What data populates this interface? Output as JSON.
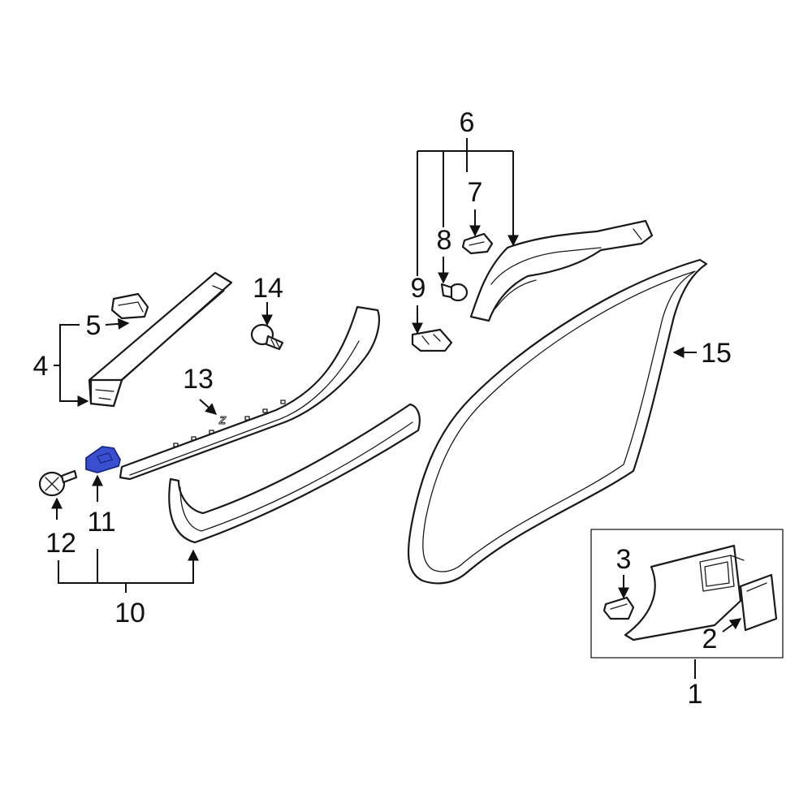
{
  "diagram": {
    "callouts": [
      {
        "id": "1",
        "label": "1"
      },
      {
        "id": "2",
        "label": "2"
      },
      {
        "id": "3",
        "label": "3"
      },
      {
        "id": "4",
        "label": "4"
      },
      {
        "id": "5",
        "label": "5"
      },
      {
        "id": "6",
        "label": "6"
      },
      {
        "id": "7",
        "label": "7"
      },
      {
        "id": "8",
        "label": "8"
      },
      {
        "id": "9",
        "label": "9"
      },
      {
        "id": "10",
        "label": "10"
      },
      {
        "id": "11",
        "label": "11"
      },
      {
        "id": "12",
        "label": "12"
      },
      {
        "id": "13",
        "label": "13"
      },
      {
        "id": "14",
        "label": "14"
      },
      {
        "id": "15",
        "label": "15"
      }
    ],
    "emblem_text": "Z",
    "highlighted_part": "11",
    "colors": {
      "line": "#1a1a1a",
      "highlight": "#3a4fd0",
      "highlight_stroke": "#1a2a8a",
      "background": "#ffffff"
    }
  }
}
